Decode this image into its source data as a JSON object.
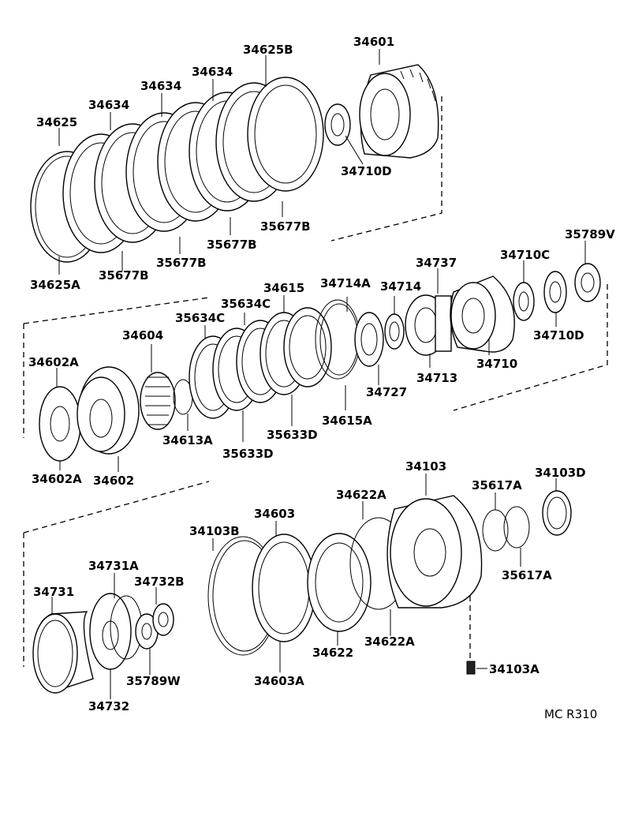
{
  "diagram": {
    "ref_code": "MC R310",
    "labels": {
      "p34601": "34601",
      "p34625B": "34625B",
      "p34634_a": "34634",
      "p34634_b": "34634",
      "p34634_c": "34634",
      "p34625": "34625",
      "p34710D_top": "34710D",
      "p35677B_a": "35677B",
      "p35677B_b": "35677B",
      "p35677B_c": "35677B",
      "p35677B_d": "35677B",
      "p34625A": "34625A",
      "p35789V": "35789V",
      "p34737": "34737",
      "p34710C": "34710C",
      "p34714A": "34714A",
      "p34714": "34714",
      "p34615": "34615",
      "p35634C_a": "35634C",
      "p35634C_b": "35634C",
      "p34604": "34604",
      "p34602A_top": "34602A",
      "p34710D_mid": "34710D",
      "p34710": "34710",
      "p34713": "34713",
      "p34727": "34727",
      "p34615A": "34615A",
      "p35633D_a": "35633D",
      "p35633D_b": "35633D",
      "p34613A": "34613A",
      "p34602A_bot": "34602A",
      "p34602": "34602",
      "p34103": "34103",
      "p34103D": "34103D",
      "p34622A_top": "34622A",
      "p35617A_top": "35617A",
      "p34603": "34603",
      "p34103B": "34103B",
      "p35617A_bot": "35617A",
      "p34731A": "34731A",
      "p34732B": "34732B",
      "p34731": "34731",
      "p34622": "34622",
      "p34622A_bot": "34622A",
      "p34103A": "34103A",
      "p35789W": "35789W",
      "p34603A": "34603A",
      "p34732": "34732"
    }
  }
}
